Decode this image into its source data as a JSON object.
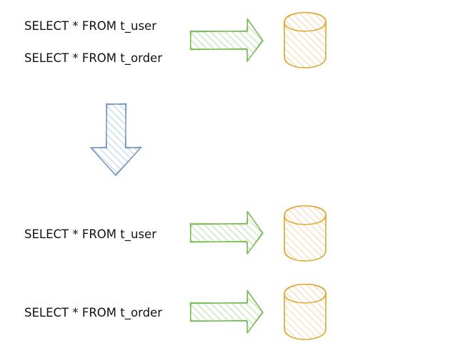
{
  "before": {
    "queries": [
      "SELECT * FROM t_user",
      "SELECT * FROM t_order"
    ],
    "database_icon": "database-cylinder-icon",
    "arrow_icon": "arrow-right-icon"
  },
  "transition": {
    "arrow_icon": "arrow-down-icon"
  },
  "after": {
    "queries": [
      "SELECT * FROM t_user",
      "SELECT * FROM t_order"
    ],
    "database_icon": "database-cylinder-icon",
    "arrow_icon": "arrow-right-icon"
  },
  "colors": {
    "text": "#111111",
    "arrow_green_stroke": "#6fb84d",
    "arrow_green_fill": "#c9e9b8",
    "arrow_blue_stroke": "#6f93c0",
    "arrow_blue_fill": "#c9dcef",
    "db_stroke": "#e0a52a",
    "db_fill": "#fbe2c4"
  }
}
